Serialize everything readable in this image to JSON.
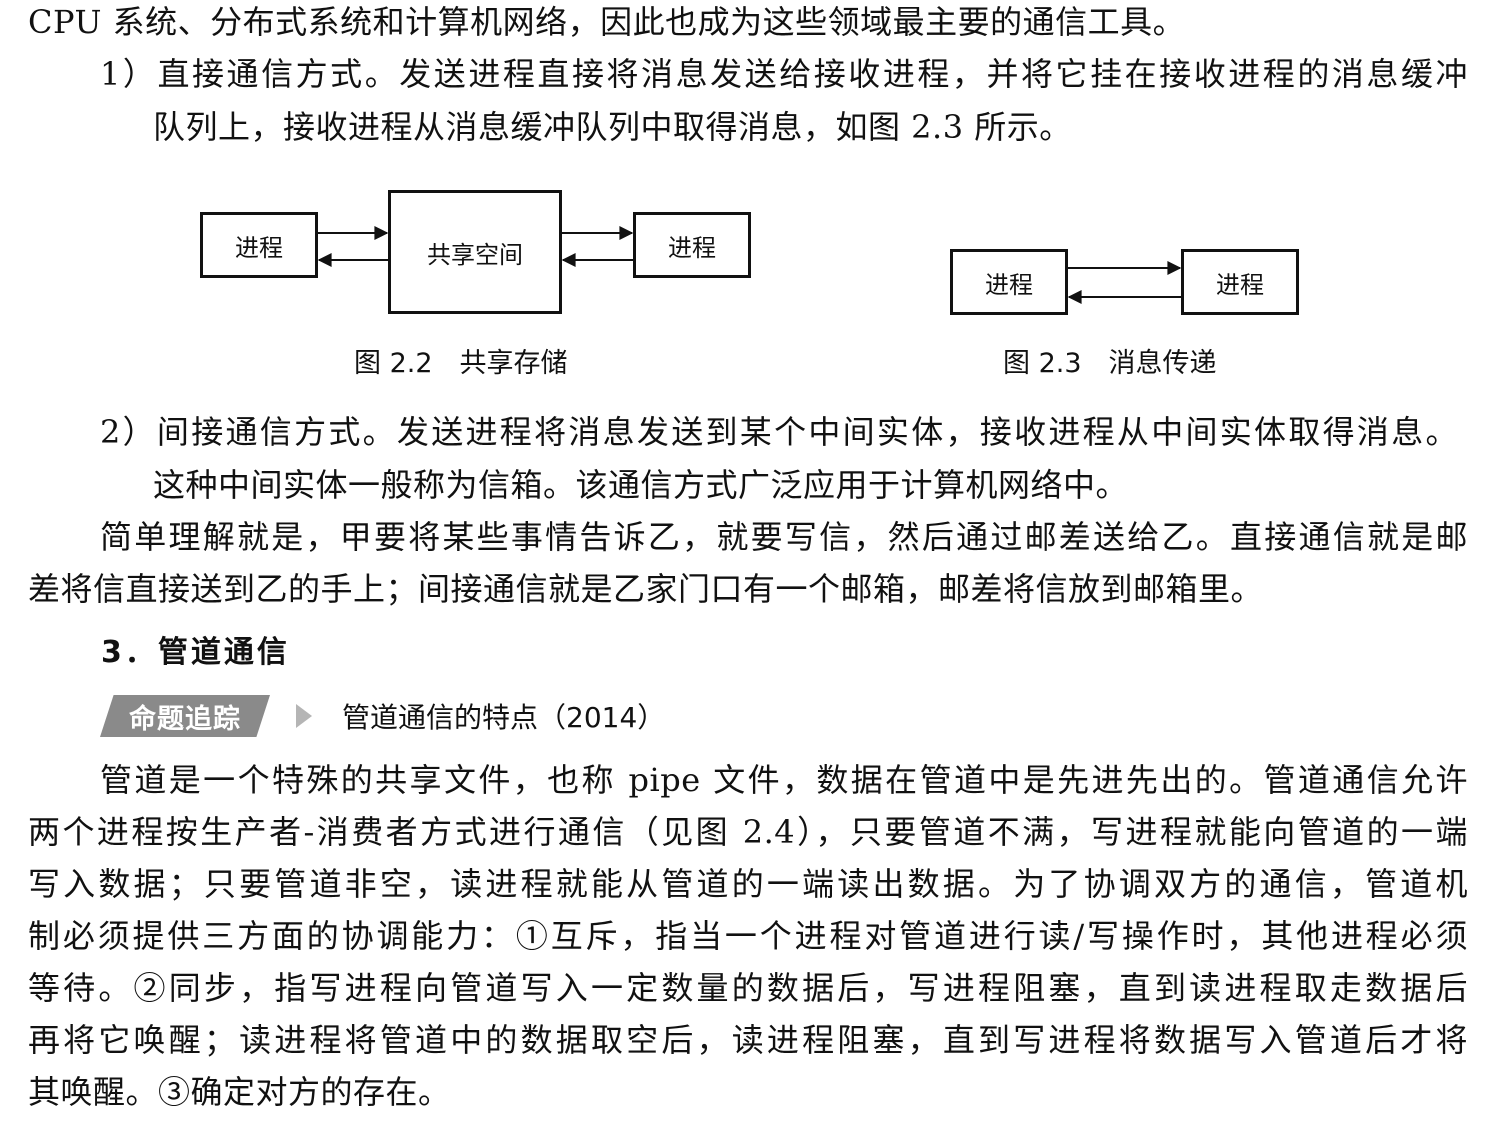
{
  "top_line": "CPU 系统、分布式系统和计算机网络，因此也成为这些领域最主要的通信工具。",
  "item1": {
    "line1": "1）直接通信方式。发送进程直接将消息发送给接收进程，并将它挂在接收进程的消息缓冲",
    "line2": "队列上，接收进程从消息缓冲队列中取得消息，如图 2.3 所示。"
  },
  "fig22": {
    "left_box": "进程",
    "center_box": "共享空间",
    "right_box": "进程",
    "caption": "图 2.2　共享存储"
  },
  "fig23": {
    "left_box": "进程",
    "right_box": "进程",
    "caption": "图 2.3　消息传递"
  },
  "item2": {
    "line1": "2）间接通信方式。发送进程将消息发送到某个中间实体，接收进程从中间实体取得消息。",
    "line2": "这种中间实体一般称为信箱。该通信方式广泛应用于计算机网络中。"
  },
  "explain": {
    "line1": "简单理解就是，甲要将某些事情告诉乙，就要写信，然后通过邮差送给乙。直接通信就是邮",
    "line2": "差将信直接送到乙的手上；间接通信就是乙家门口有一个邮箱，邮差将信放到邮箱里。"
  },
  "section3": {
    "heading": "3．管道通信"
  },
  "tracker": {
    "badge": "命题追踪",
    "text": "管道通信的特点（2014）"
  },
  "pipe_paragraph": {
    "lines": [
      "管道是一个特殊的共享文件，也称 pipe 文件，数据在管道中是先进先出的。管道通信允许",
      "两个进程按生产者-消费者方式进行通信（见图 2.4），只要管道不满，写进程就能向管道的一端",
      "写入数据；只要管道非空，读进程就能从管道的一端读出数据。为了协调双方的通信，管道机",
      "制必须提供三方面的协调能力：①互斥，指当一个进程对管道进行读/写操作时，其他进程必须",
      "等待。②同步，指写进程向管道写入一定数量的数据后，写进程阻塞，直到读进程取走数据后",
      "再将它唤醒；读进程将管道中的数据取空后，读进程阻塞，直到写进程将数据写入管道后才将",
      "其唤醒。③确定对方的存在。"
    ]
  }
}
